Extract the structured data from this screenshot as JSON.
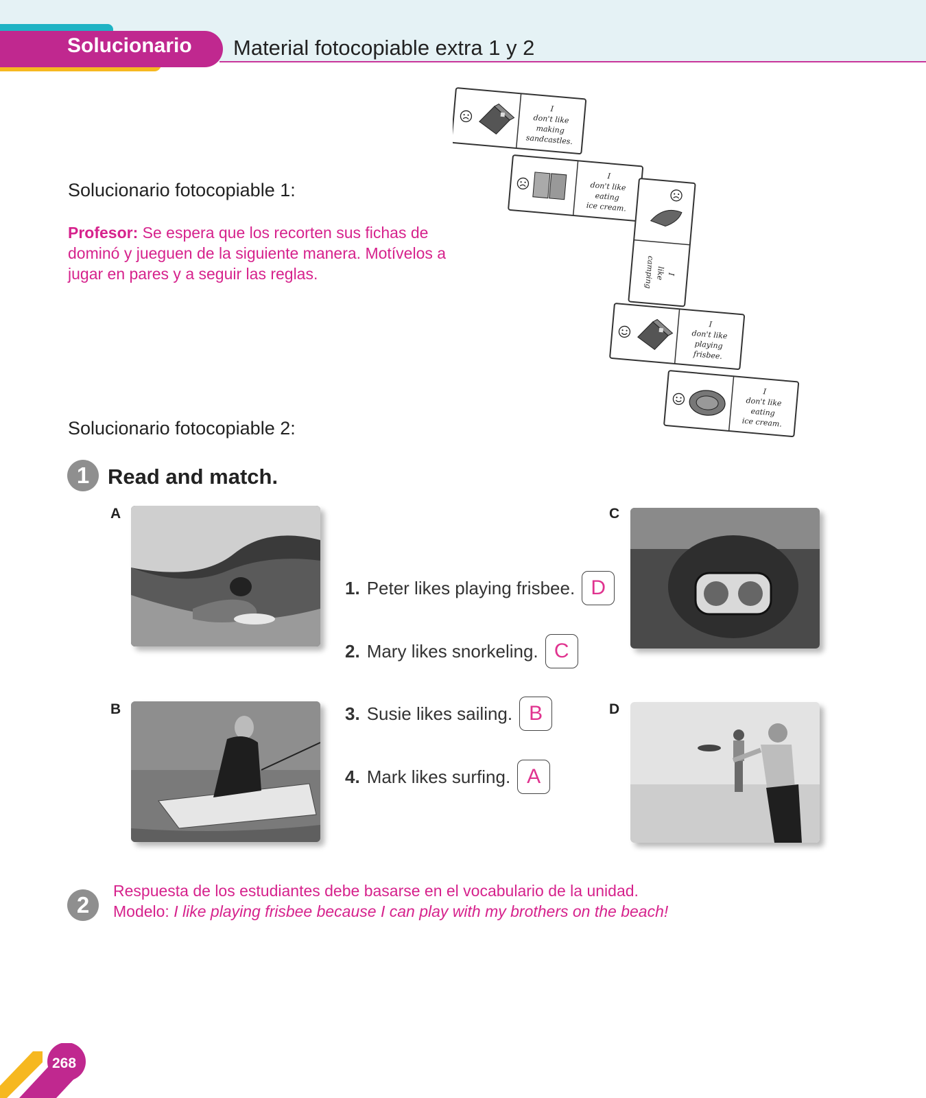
{
  "header": {
    "tab_label": "Solucionario",
    "title": "Material fotocopiable extra 1 y 2"
  },
  "section1": {
    "heading": "Solucionario fotocopiable 1:",
    "teacher_label": "Profesor:",
    "teacher_text": " Se espera que los recorten sus fichas de dominó y jueguen de la siguiente manera. Motívelos a jugar en pares y a seguir las reglas."
  },
  "dominoes": [
    {
      "face": "sad",
      "picture": "tent",
      "text_lines": [
        "I",
        "don't like",
        "making",
        "sandcastles."
      ]
    },
    {
      "face": "sad",
      "picture": "shorts",
      "text_lines": [
        "I",
        "don't like",
        "eating",
        "ice cream."
      ]
    },
    {
      "face": "sad",
      "picture": "ice-cream",
      "text_lines": [
        "I",
        "like",
        "camping"
      ]
    },
    {
      "face": "happy",
      "picture": "tent",
      "text_lines": [
        "I",
        "don't like",
        "playing",
        "frisbee."
      ]
    },
    {
      "face": "happy",
      "picture": "frisbee",
      "text_lines": [
        "I",
        "don't like",
        "eating",
        "ice cream."
      ]
    }
  ],
  "section2": {
    "heading": "Solucionario fotocopiable 2:",
    "exercise1": {
      "number": "1",
      "title": "Read and match.",
      "photos": [
        {
          "letter": "A",
          "subject": "surfing"
        },
        {
          "letter": "B",
          "subject": "sailing"
        },
        {
          "letter": "C",
          "subject": "snorkeling"
        },
        {
          "letter": "D",
          "subject": "frisbee"
        }
      ],
      "sentences": [
        {
          "num": "1.",
          "text": "Peter likes playing frisbee.",
          "answer": "D"
        },
        {
          "num": "2.",
          "text": "Mary likes snorkeling.",
          "answer": "C"
        },
        {
          "num": "3.",
          "text": "Susie likes sailing.",
          "answer": "B"
        },
        {
          "num": "4.",
          "text": "Mark likes surfing.",
          "answer": "A"
        }
      ]
    },
    "exercise2": {
      "number": "2",
      "line1": "Respuesta de los estudiantes debe basarse en el vocabulario de la unidad.",
      "model_label": "Modelo: ",
      "model_text": "I like playing frisbee because I can play with my brothers on the beach!"
    }
  },
  "page_number": "268",
  "colors": {
    "magenta": "#c0288f",
    "answer_pink": "#d6228c",
    "teal": "#1fb3c4",
    "yellow": "#f6b820",
    "header_bg": "#e5f2f5"
  }
}
